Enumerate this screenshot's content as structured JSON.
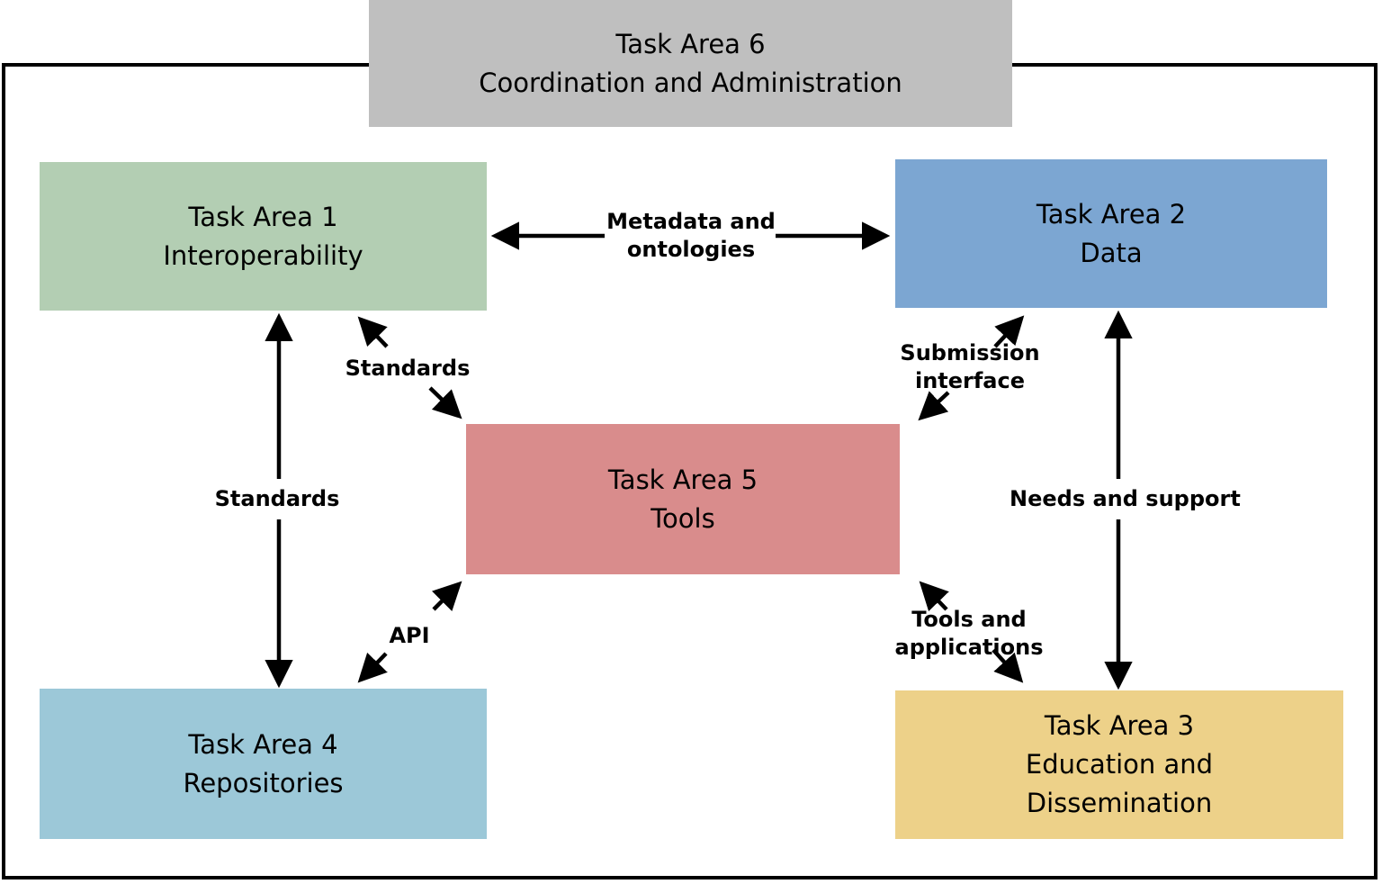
{
  "boxes": {
    "ta6": {
      "title": "Task Area 6",
      "subtitle": "Coordination and Administration",
      "color": "#bfbfbf"
    },
    "ta1": {
      "title": "Task Area 1",
      "subtitle": "Interoperability",
      "color": "#b3ceb3"
    },
    "ta2": {
      "title": "Task Area 2",
      "subtitle": "Data",
      "color": "#7ca6d2"
    },
    "ta5": {
      "title": "Task Area 5",
      "subtitle": "Tools",
      "color": "#d98c8c"
    },
    "ta4": {
      "title": "Task Area 4",
      "subtitle": "Repositories",
      "color": "#9cc8d8"
    },
    "ta3": {
      "title": "Task Area 3",
      "subtitle": "Education and",
      "subtitle2": "Dissemination",
      "color": "#edd189"
    }
  },
  "edges": {
    "metadata": {
      "line1": "Metadata and",
      "line2": "ontologies"
    },
    "standards_diag": {
      "label": "Standards"
    },
    "standards_vert": {
      "label": "Standards"
    },
    "submission": {
      "line1": "Submission",
      "line2": "interface"
    },
    "needs": {
      "label": "Needs and support"
    },
    "api": {
      "label": "API"
    },
    "tools": {
      "line1": "Tools and",
      "line2": "applications"
    }
  },
  "colors": {
    "arrow": "#000000",
    "border": "#000000",
    "text": "#000000"
  }
}
